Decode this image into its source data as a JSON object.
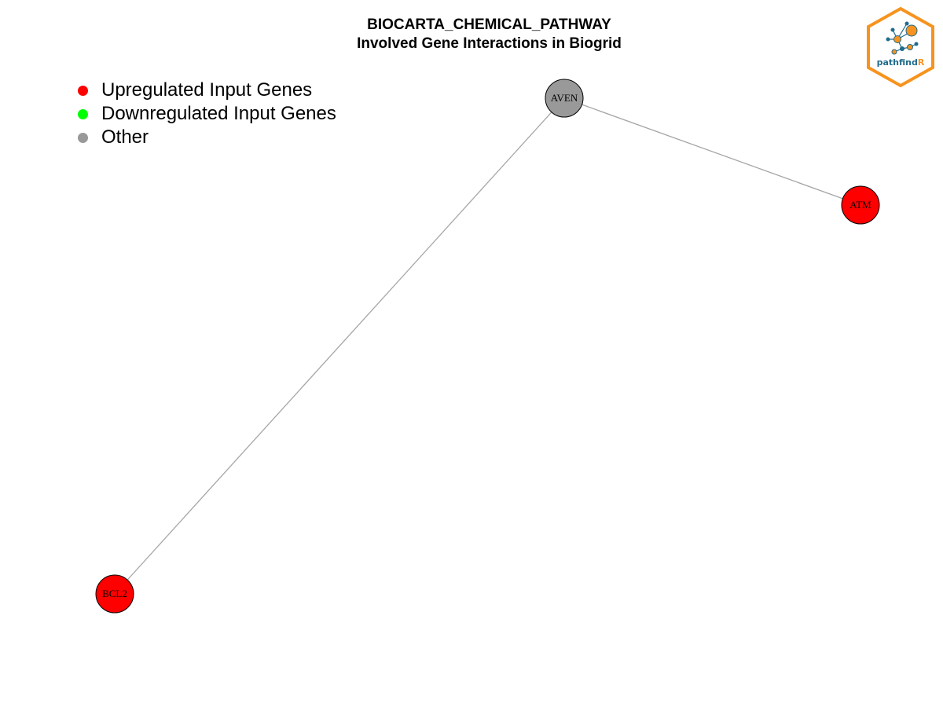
{
  "title": {
    "line1": "BIOCARTA_CHEMICAL_PATHWAY",
    "line2": "Involved Gene Interactions in Biogrid"
  },
  "legend": [
    {
      "label": "Upregulated Input Genes",
      "color": "#ff0000"
    },
    {
      "label": "Downregulated Input Genes",
      "color": "#00ff00"
    },
    {
      "label": "Other",
      "color": "#999999"
    }
  ],
  "network": {
    "nodes": [
      {
        "id": "AVEN",
        "label": "AVEN",
        "status": "other"
      },
      {
        "id": "ATM",
        "label": "ATM",
        "status": "upregulated"
      },
      {
        "id": "BCL2",
        "label": "BCL2",
        "status": "upregulated"
      }
    ],
    "edges": [
      {
        "source": "AVEN",
        "target": "ATM"
      },
      {
        "source": "AVEN",
        "target": "BCL2"
      }
    ],
    "colors": {
      "upregulated": "#ff0000",
      "downregulated": "#00ff00",
      "other": "#999999",
      "edge": "#a6a6a6"
    }
  },
  "logo": {
    "text_main": "pathfind",
    "text_accent": "R",
    "border_color": "#f7931e",
    "text_color": "#1f6b8c"
  }
}
